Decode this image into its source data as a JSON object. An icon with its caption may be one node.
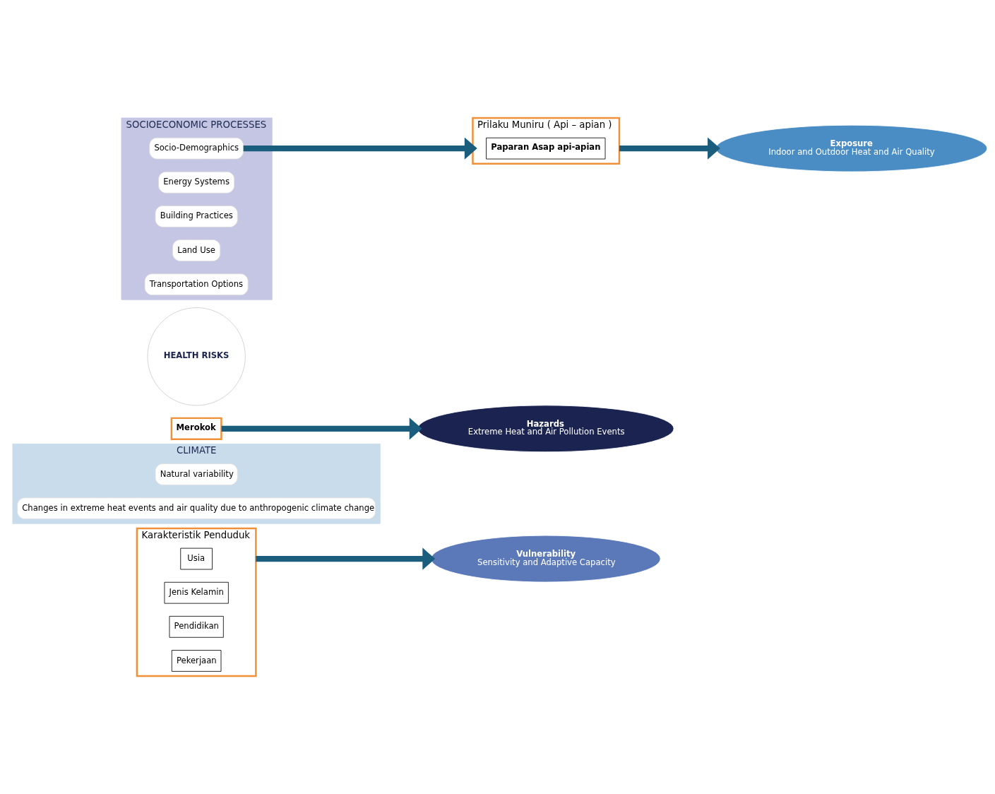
{
  "diagram": {
    "nodes": [
      {
        "text": [
          "Karakteristik Penduduk"
        ]
      },
      {
        "text": [
          "Usia"
        ],
        "in": 0
      },
      {
        "text": [
          "Jenis Kelamin"
        ],
        "in": 0
      },
      {
        "text": [
          "Pendidikan"
        ],
        "in": 0
      },
      {
        "text": [
          "Pekerjaan"
        ],
        "in": 0
      },
      {
        "text": [
          "CLIMATE"
        ]
      },
      {
        "text": [
          "Natural variability"
        ],
        "in": 5
      },
      {
        "text": [
          "Changes in extreme heat events and air quality due to anthropogenic climate change"
        ],
        "in": 5
      },
      {
        "text": [
          "Vulnerability",
          "Sensitivity and Adaptive Capacity"
        ]
      },
      {
        "text": [
          "Hazards",
          "Extreme Heat and Air Pollution Events"
        ]
      },
      {
        "text": [
          "HEALTH RISKS"
        ]
      },
      {
        "text": [
          "Exposure",
          "Indoor and Outdoor Heat and Air Quality"
        ]
      },
      {
        "text": [
          "SOCIOECONOMIC PROCESSES"
        ]
      },
      {
        "text": [
          "Socio-Demographics"
        ],
        "in": 12
      },
      {
        "text": [
          "Energy Systems"
        ],
        "in": 12
      },
      {
        "text": [
          "Building Practices"
        ],
        "in": 12
      },
      {
        "text": [
          "Land Use"
        ],
        "in": 12
      },
      {
        "text": [
          "Transportation Options"
        ],
        "in": 12
      },
      {
        "text": [
          "Merokok"
        ]
      },
      {
        "text": [
          "Prilaku Muniru ( Api – apian )"
        ]
      },
      {
        "text": [
          "Paparan Asap api-apian"
        ],
        "in": 19
      }
    ],
    "edges": [
      {
        "from": 0,
        "to": 8,
        "arrow": "to"
      },
      {
        "from": 13,
        "to": 19,
        "arrow": "to"
      },
      {
        "from": 19,
        "to": 11,
        "arrow": "to"
      },
      {
        "from": 18,
        "to": 9,
        "arrow": "to"
      }
    ]
  }
}
